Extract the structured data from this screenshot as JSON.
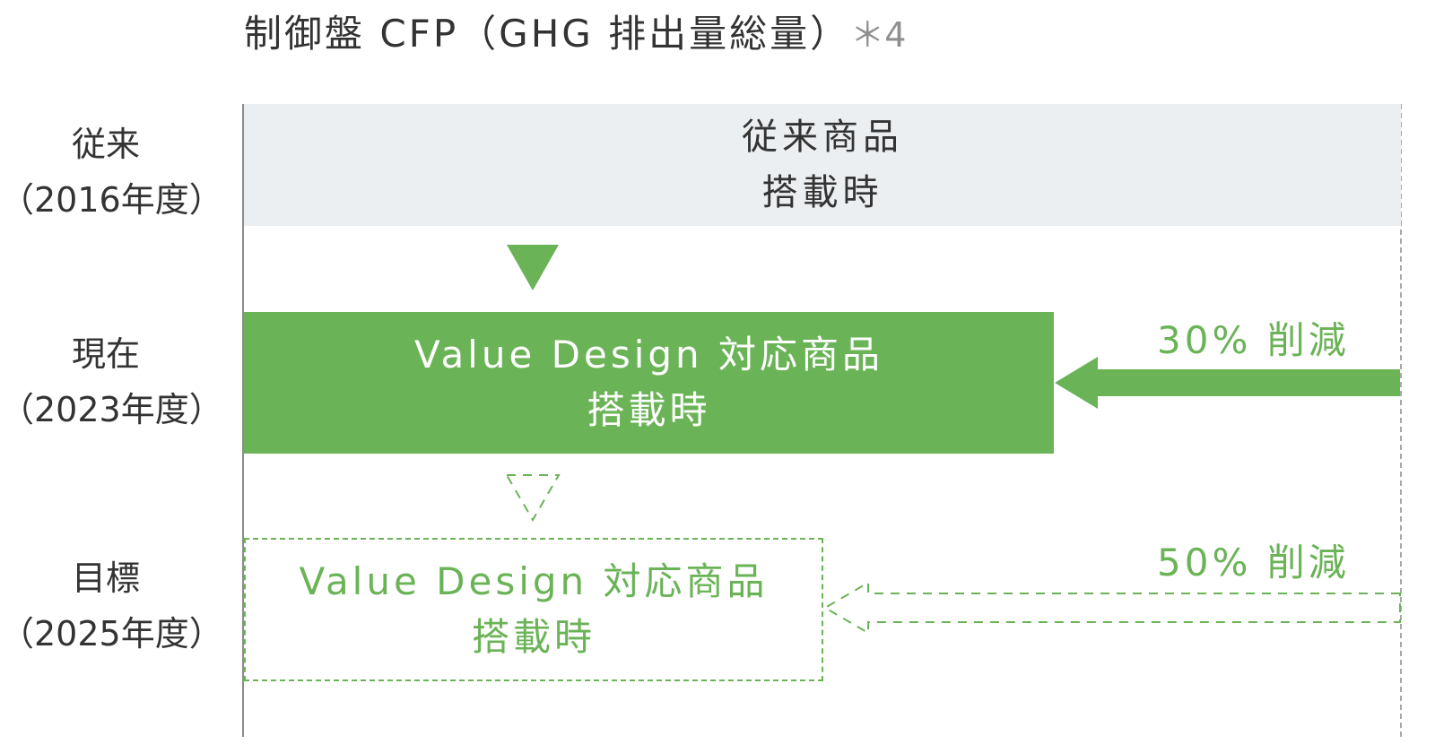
{
  "chart_data": {
    "type": "diagram",
    "title": "制御盤 CFP（GHG 排出量総量）",
    "title_note": "＊4",
    "rows": [
      {
        "label_line1": "従来",
        "label_line2": "（2016年度）",
        "box_line1": "従来商品",
        "box_line2": "搭載時",
        "style": "baseline"
      },
      {
        "label_line1": "現在",
        "label_line2": "（2023年度）",
        "box_line1": "Value Design 対応商品",
        "box_line2": "搭載時",
        "style": "solid",
        "reduction_label": "30% 削減",
        "reduction_percent": 30
      },
      {
        "label_line1": "目標",
        "label_line2": "（2025年度）",
        "box_line1": "Value Design 対応商品",
        "box_line2": "搭載時",
        "style": "dashed",
        "reduction_label": "50% 削減",
        "reduction_percent": 50
      }
    ],
    "colors": {
      "green": "#6ab356",
      "baseline_fill": "#eceff2",
      "axis": "#8c8c8c",
      "text": "#333333",
      "note": "#8f8f8f"
    }
  }
}
